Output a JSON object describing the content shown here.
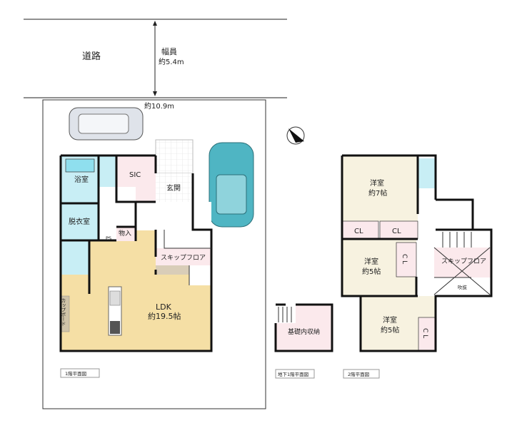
{
  "road": {
    "label": "道路",
    "width_title": "幅員",
    "width_value": "約5.4m"
  },
  "lot": {
    "frontage": "約10.9m"
  },
  "floor1": {
    "caption": "1階平面図",
    "rooms": {
      "bath": "浴室",
      "dressing": "脱衣室",
      "sic": "SIC",
      "entrance": "玄関",
      "storage": "物入",
      "skip_floor": "スキップフロア",
      "ldk": "LDK",
      "ldk_size": "約19.5帖",
      "cupboard": "カップボード",
      "ps": "PS"
    }
  },
  "basement": {
    "caption": "地下1階平面図",
    "storage": "基礎内収納"
  },
  "floor2": {
    "caption": "2階平面図",
    "rooms": {
      "room1": "洋室",
      "room1_size": "約7帖",
      "room2": "洋室",
      "room2_size": "約5帖",
      "room3": "洋室",
      "room3_size": "約5帖",
      "closet": "CL",
      "closet_v": "C L",
      "skip_floor": "スキップフロア",
      "void": "吹抜"
    }
  },
  "colors": {
    "wet": "#c8eef5",
    "pink": "#fbe9ec",
    "ldk": "#f5dfa5",
    "room": "#f7f2e0",
    "car_teal": "#4fb5c3"
  }
}
